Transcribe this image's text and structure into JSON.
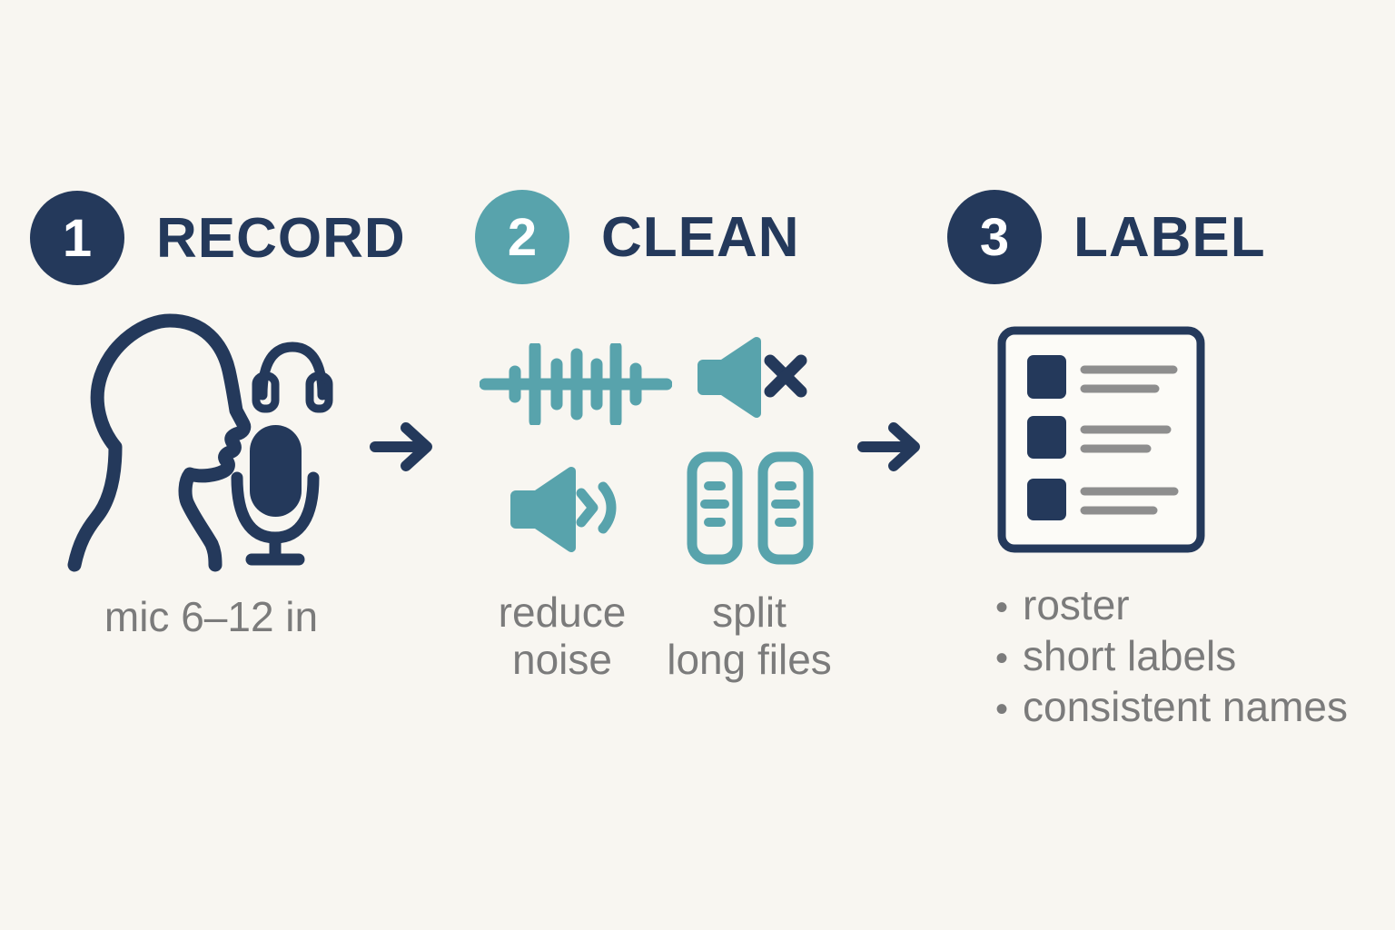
{
  "colors": {
    "background": "#F8F6F1",
    "navy": "#24395B",
    "teal": "#58A3AC",
    "caption_gray": "#7B7B7B",
    "doc_line_gray": "#8E8E8E",
    "badge_number_white": "#FFFFFF"
  },
  "steps": [
    {
      "number": "1",
      "label": "RECORD",
      "caption": "mic 6–12 in",
      "icons": [
        "person-profile-icon",
        "headphones-icon",
        "microphone-icon"
      ]
    },
    {
      "number": "2",
      "label": "CLEAN",
      "icons": [
        "waveform-icon",
        "speaker-mute-icon",
        "speaker-volume-icon",
        "split-files-icon"
      ],
      "captions": [
        {
          "lines": [
            "reduce",
            "noise"
          ]
        },
        {
          "lines": [
            "split",
            "long files"
          ]
        }
      ]
    },
    {
      "number": "3",
      "label": "LABEL",
      "icons": [
        "checklist-document-icon"
      ],
      "bullet_char": "•",
      "bullets": [
        "roster",
        "short labels",
        "consistent names"
      ]
    }
  ],
  "arrows": {
    "icon": "right-arrow-icon",
    "count": 2
  }
}
